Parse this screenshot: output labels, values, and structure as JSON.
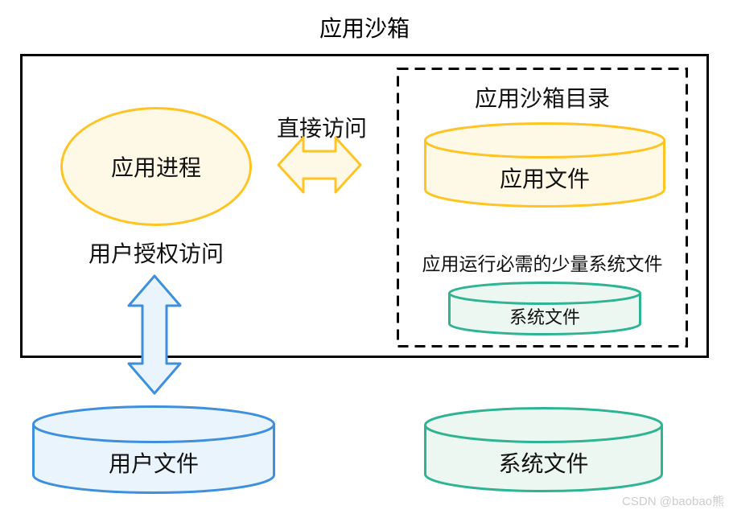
{
  "title": "应用沙箱",
  "sandbox": {
    "process_label": "应用进程",
    "direct_access_label": "直接访问",
    "user_auth_label": "用户授权访问",
    "directory": {
      "title": "应用沙箱目录",
      "app_files_label": "应用文件",
      "system_note": "应用运行必需的少量系统文件",
      "system_files_label": "系统文件"
    }
  },
  "external": {
    "user_files_label": "用户文件",
    "system_files_label": "系统文件"
  },
  "watermark": "CSDN @baobao熊",
  "colors": {
    "accent_yellow": "#FFC424",
    "accent_yellow_fill": "#FEF9E7",
    "accent_blue": "#3E8FDD",
    "accent_blue_fill": "#EAF4FC",
    "accent_teal": "#2EB493",
    "accent_teal_fill": "#EDF7F1",
    "outline_black": "#000000",
    "watermark_gray": "#CCCCCC"
  }
}
